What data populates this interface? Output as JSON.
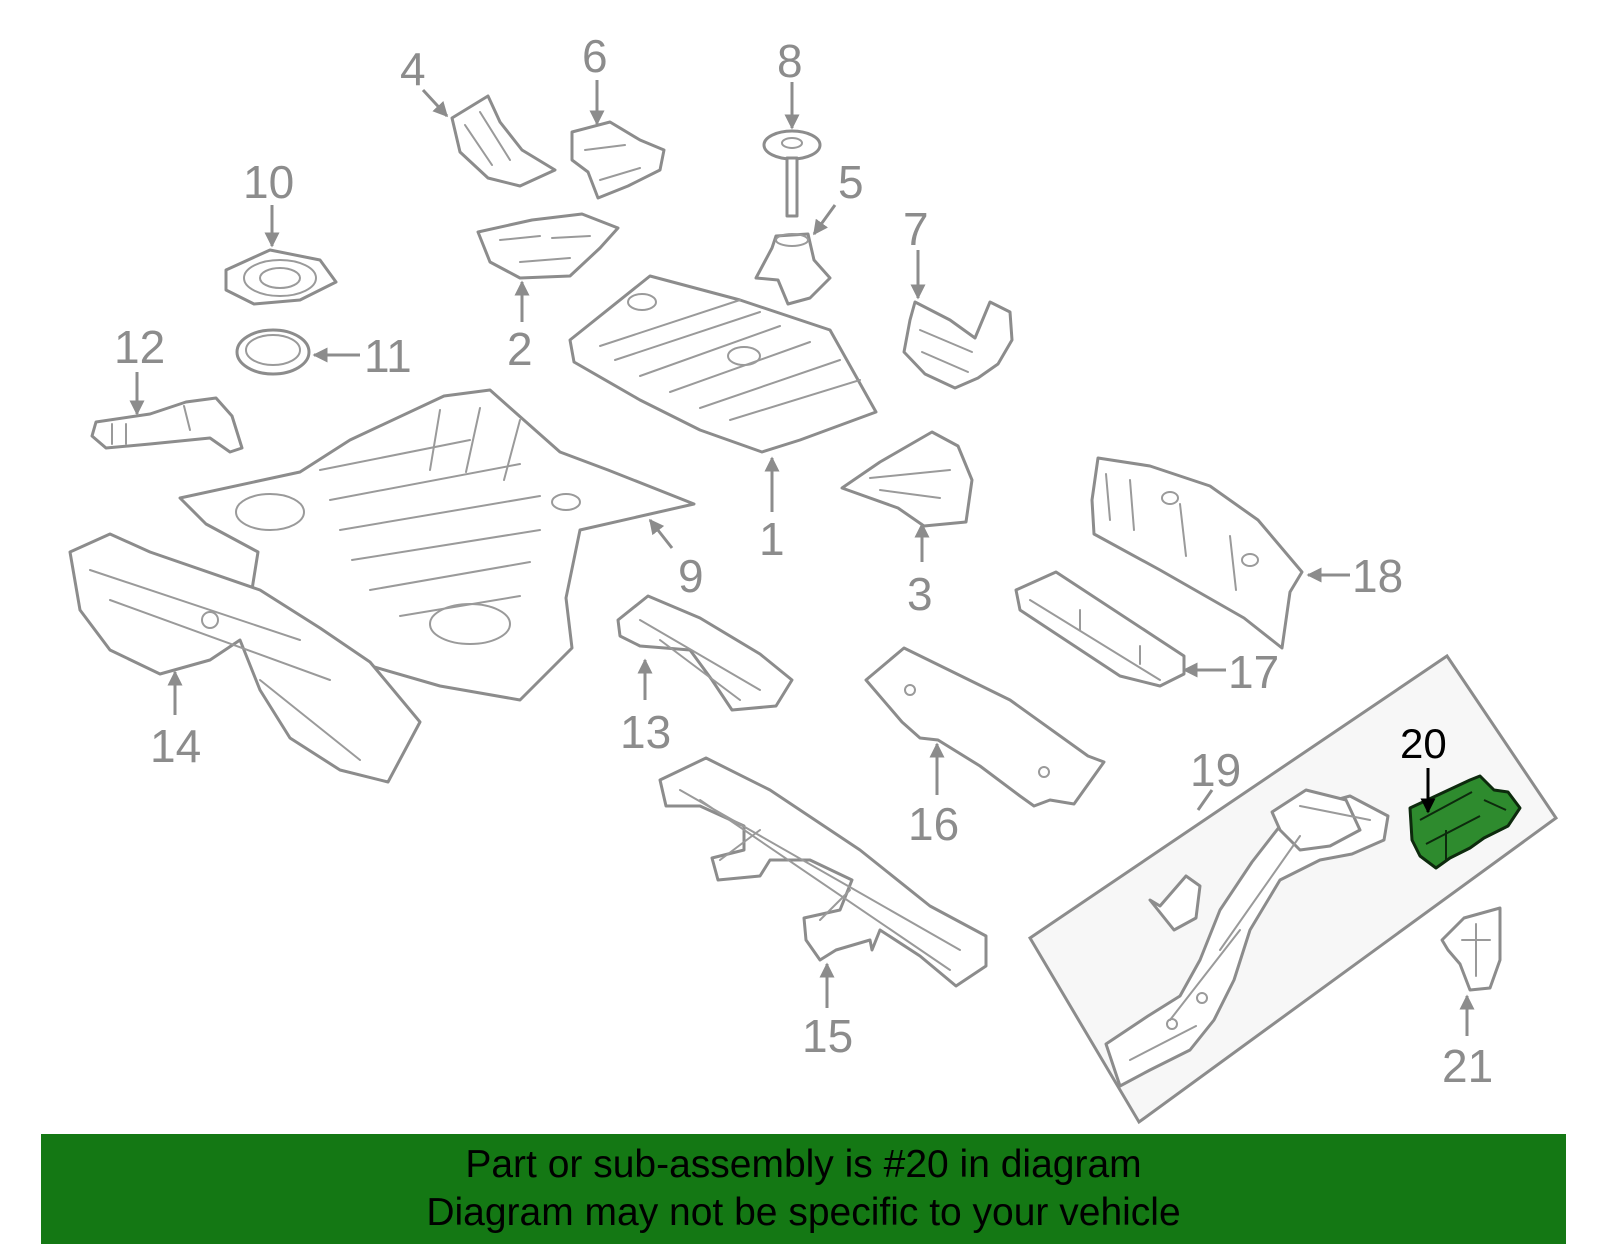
{
  "diagram": {
    "callouts": {
      "c1": "1",
      "c2": "2",
      "c3": "3",
      "c4": "4",
      "c5": "5",
      "c6": "6",
      "c7": "7",
      "c8": "8",
      "c9": "9",
      "c10": "10",
      "c11": "11",
      "c12": "12",
      "c13": "13",
      "c14": "14",
      "c15": "15",
      "c16": "16",
      "c17": "17",
      "c18": "18",
      "c19": "19",
      "c20": "20",
      "c21": "21"
    },
    "highlighted_part": "20",
    "colors": {
      "outline": "#8c8c8c",
      "highlight_fill": "#2e8b2e",
      "banner": "#147814"
    }
  },
  "footer": {
    "line1": "Part or sub-assembly is #20 in diagram",
    "line2": "Diagram may not be specific to your vehicle"
  }
}
